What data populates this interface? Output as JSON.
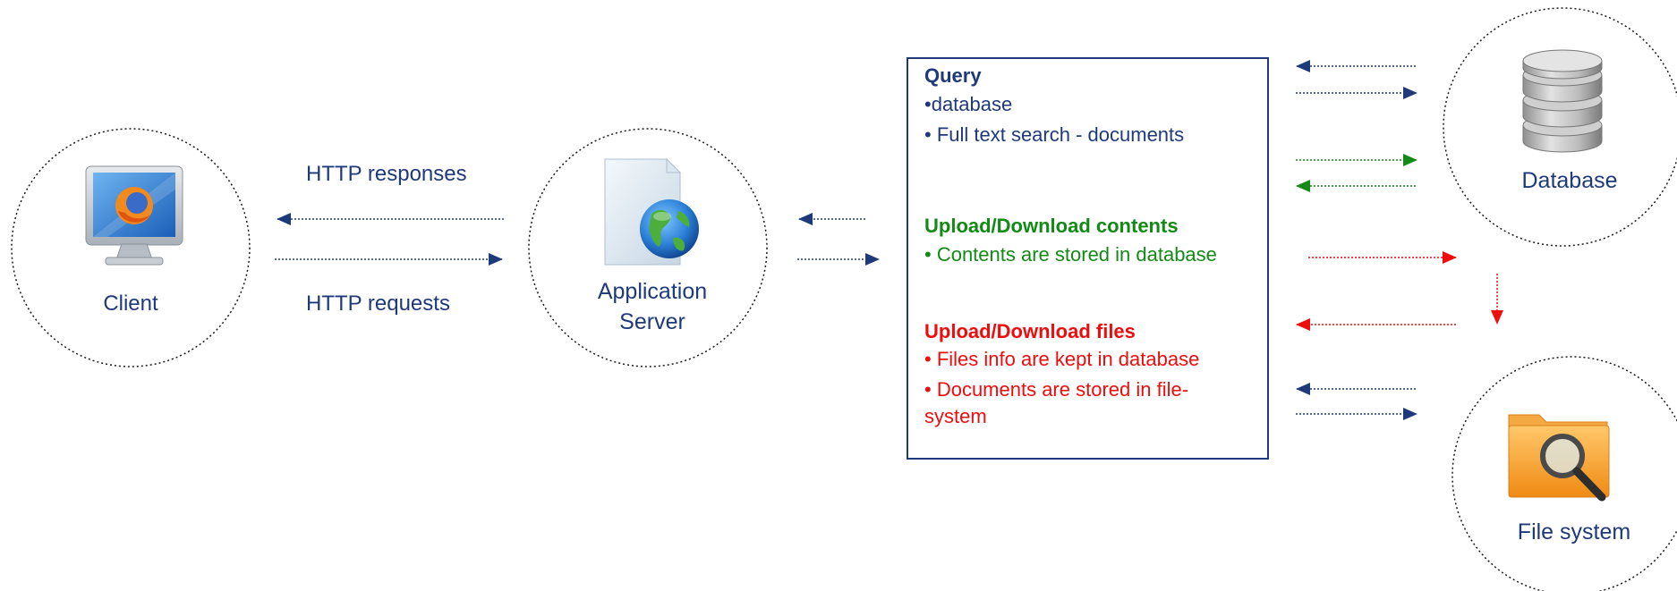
{
  "nodes": {
    "client": {
      "label": "Client",
      "icon": "monitor-firefox-icon"
    },
    "app_server": {
      "label_line1": "Application",
      "label_line2": "Server",
      "icon": "globe-document-icon"
    },
    "database": {
      "label": "Database",
      "icon": "database-cylinder-icon"
    },
    "file_system": {
      "label": "File system",
      "icon": "folder-magnifier-icon"
    }
  },
  "edges": {
    "http_responses": "HTTP responses",
    "http_requests": "HTTP requests"
  },
  "info_box": {
    "query": {
      "title": "Query",
      "items": [
        "•database",
        "• Full text search - documents"
      ]
    },
    "contents": {
      "title": "Upload/Download contents",
      "items": [
        "• Contents are stored in database"
      ]
    },
    "files": {
      "title": "Upload/Download files",
      "items": [
        "• Files info are kept in database",
        "• Documents are stored in file-",
        "system"
      ]
    }
  },
  "colors": {
    "blue": "#1f3a7a",
    "green": "#138a16",
    "red": "#ee0d0d"
  }
}
